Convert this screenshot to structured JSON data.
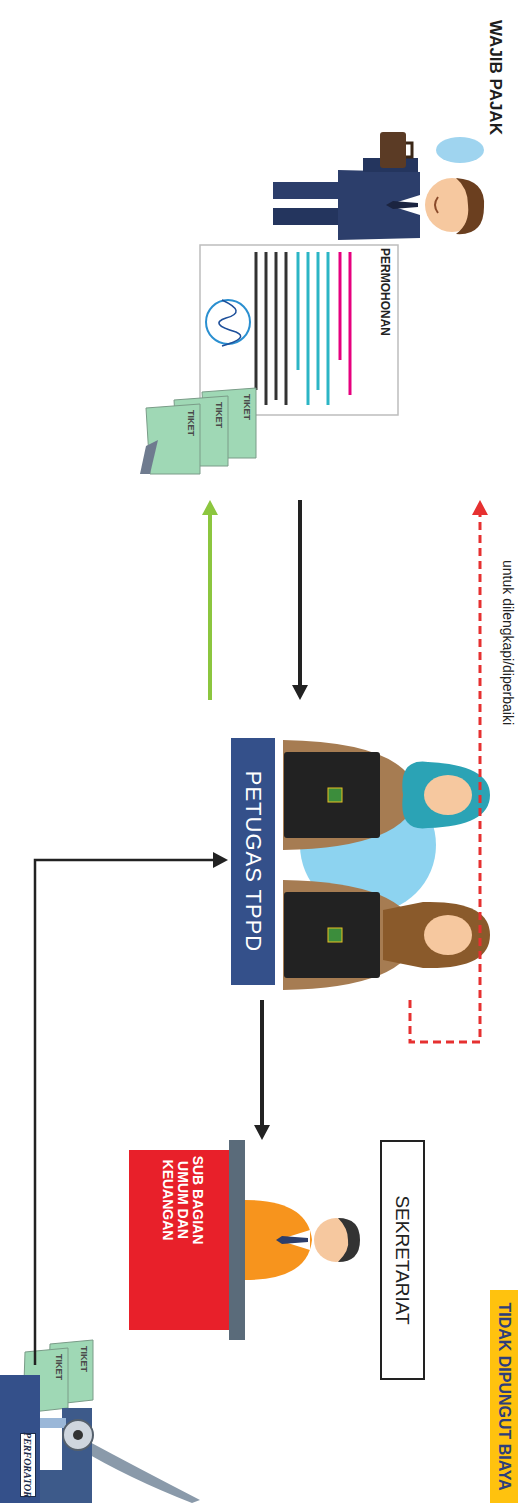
{
  "diagram": {
    "nodes": [
      {
        "text": [
          "WAJIB PAJAK"
        ]
      },
      {
        "text": [
          "PERMOHONAN"
        ],
        "in": 0
      },
      {
        "text": [
          "PETUGAS TPPD"
        ]
      },
      {
        "text": [
          "SEKRETARIAT"
        ]
      },
      {
        "text": [
          "SUB BAGIAN UMUM DAN KEUANGAN"
        ]
      },
      {
        "text": [
          "PERFORATOR"
        ]
      },
      {
        "text": [
          "TIDAK DIPUNGUT BIAYA"
        ]
      }
    ],
    "edges": [
      {
        "from": 0,
        "to": 2,
        "arrow": "to"
      },
      {
        "from": 2,
        "to": 0,
        "arrow": "to"
      },
      {
        "from": 2,
        "to": 0,
        "arrow": "to",
        "label": "untuk dilengkapi/diperbaiki"
      },
      {
        "from": 2,
        "to": 4,
        "arrow": "to"
      },
      {
        "from": 5,
        "to": 2,
        "arrow": "to"
      }
    ],
    "labels": [
      "TIKET",
      "TIKET",
      "TIKET",
      "TIKET",
      "TIKET"
    ]
  }
}
